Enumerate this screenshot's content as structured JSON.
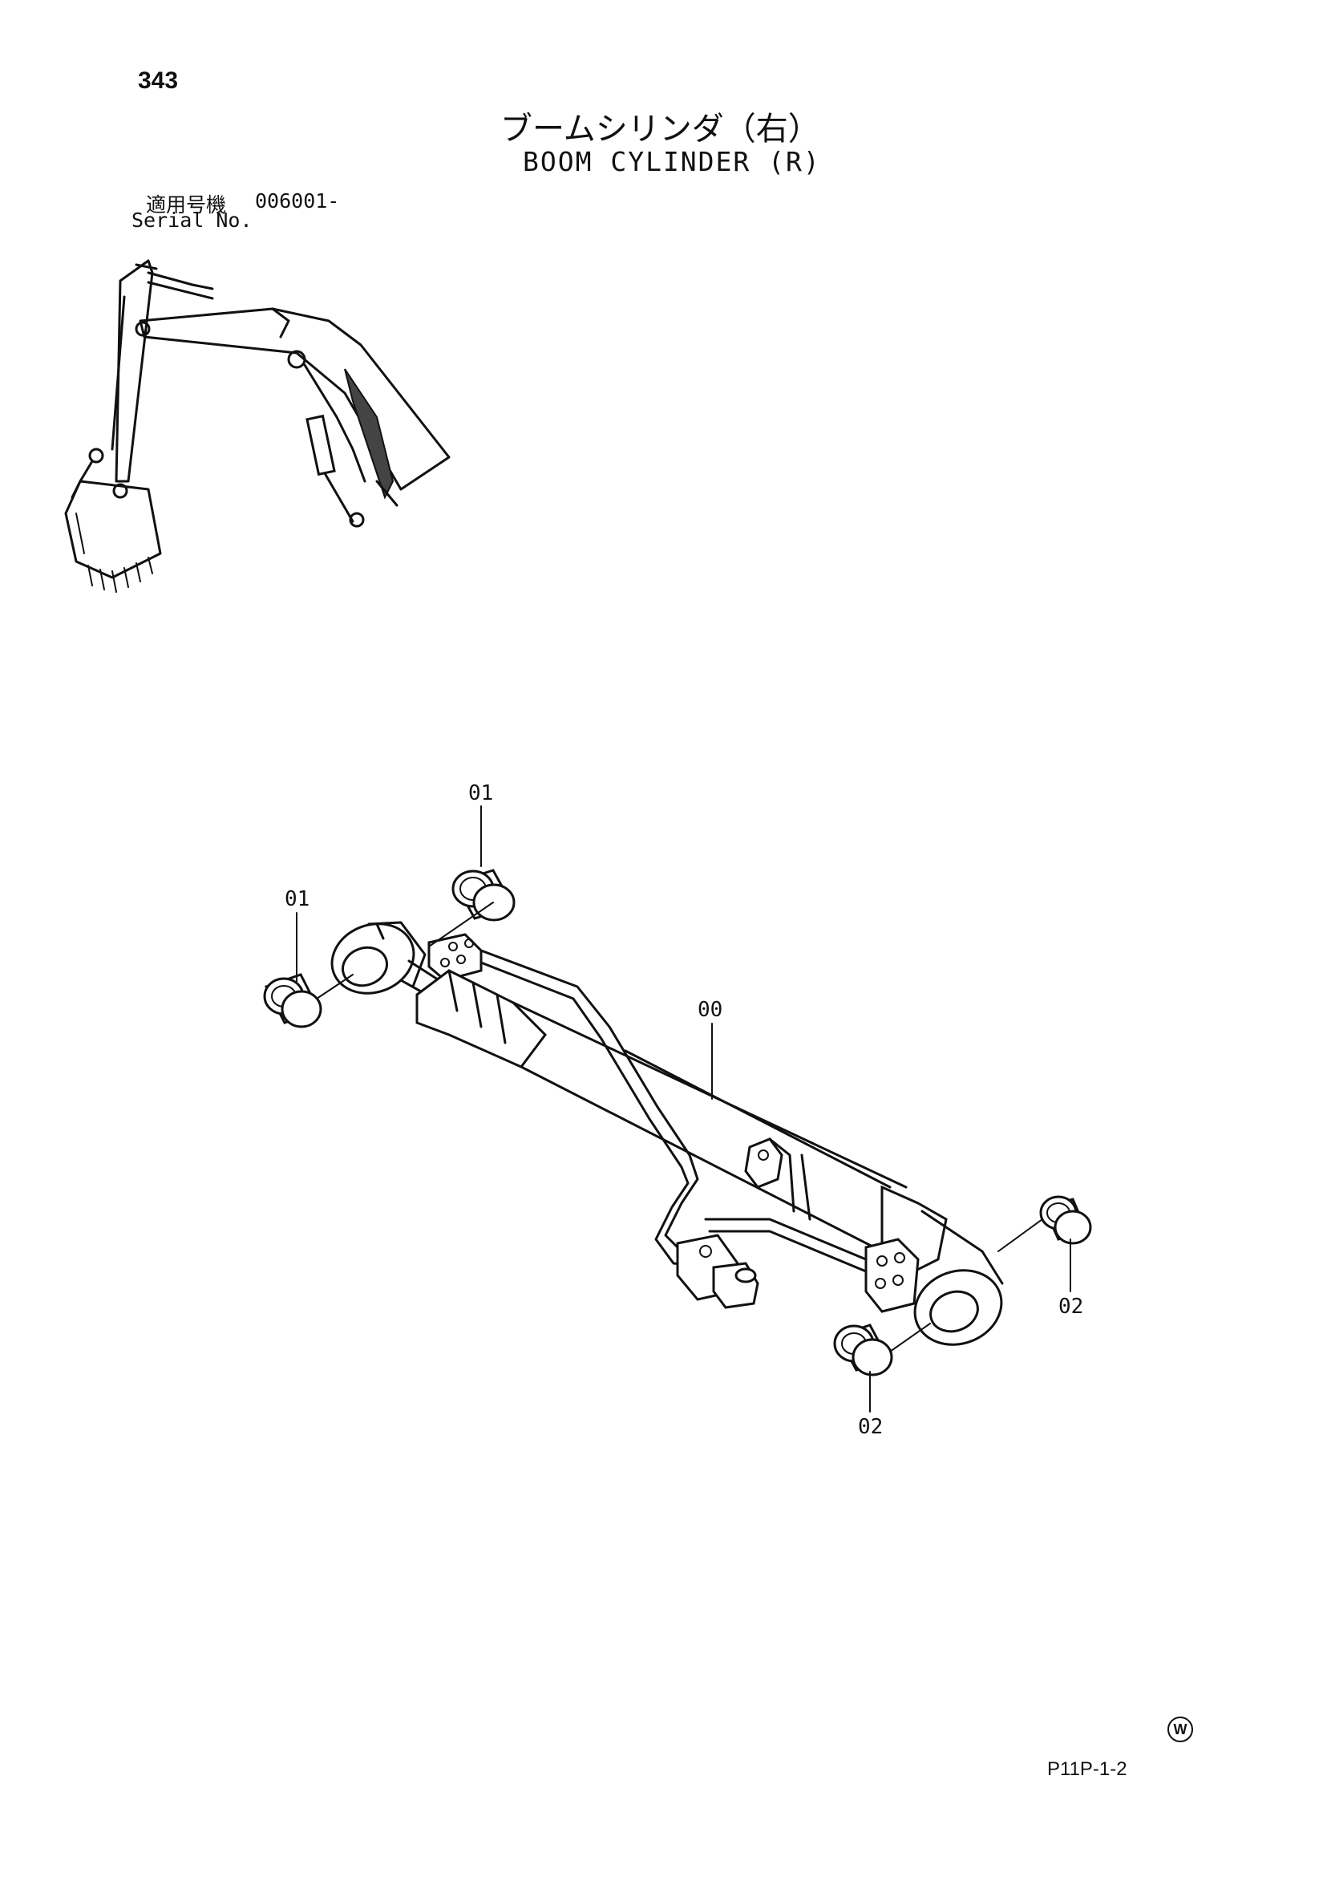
{
  "page_number": "343",
  "title_jp": "ブームシリンダ（右）",
  "title_en": "BOOM CYLINDER (R)",
  "serial": {
    "label_jp": "適用号機",
    "value": "006001-",
    "label_en": "Serial No."
  },
  "callouts": {
    "part_00": "00",
    "part_01_top": "01",
    "part_01_left": "01",
    "part_02_right": "02",
    "part_02_bottom": "02"
  },
  "page_code": "P11P-1-2",
  "mark": "W",
  "icons": {
    "excavator": "excavator-locator-icon",
    "cylinder": "boom-cylinder-drawing"
  }
}
